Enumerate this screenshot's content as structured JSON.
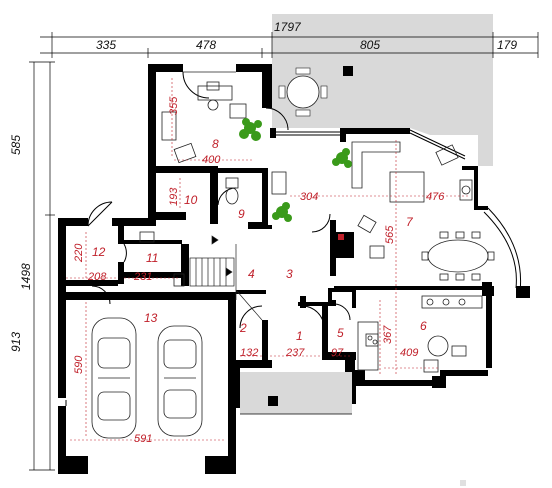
{
  "overall": {
    "top": [
      "335",
      "478",
      "805",
      "179"
    ],
    "top_total": "1797",
    "left_total": "1498",
    "left_upper": "585",
    "left_lower": "913"
  },
  "rooms": [
    {
      "number": "1",
      "dimension": "237"
    },
    {
      "number": "2",
      "dimension": "132"
    },
    {
      "number": "3"
    },
    {
      "number": "4"
    },
    {
      "number": "5",
      "dimension": "97"
    },
    {
      "number": "6",
      "dimension": "409",
      "dimension2": "367"
    },
    {
      "number": "7",
      "dimension": "476",
      "dimension2": "565"
    },
    {
      "number": "8",
      "dimension": "400",
      "dimension2": "355"
    },
    {
      "number": "9"
    },
    {
      "number": "10",
      "dimension": "193"
    },
    {
      "number": "11",
      "dimension": "231"
    },
    {
      "number": "12",
      "dimension": "208",
      "dimension2": "220"
    },
    {
      "number": "13",
      "dimension": "591",
      "dimension2": "590"
    }
  ],
  "extra_dimension": "304",
  "colors": {
    "accent": "#c0202a",
    "terrace": "#d9d9d9",
    "walls": "#000000",
    "plants": "#3a9a1a"
  }
}
